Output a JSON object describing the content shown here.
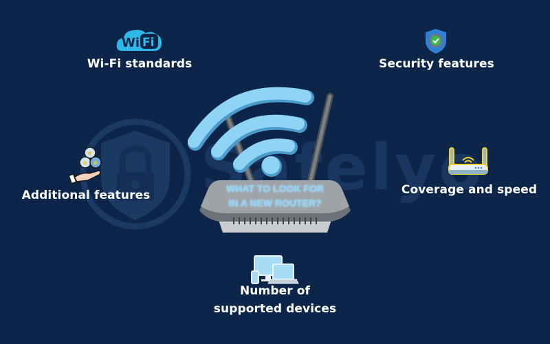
{
  "background_color": "#0c2549",
  "watermark": {
    "text": "Safelyo",
    "icon": "padlock-shield-icon"
  },
  "center": {
    "title_line1": "WHAT TO LOOK FOR",
    "title_line2": "IN A NEW ROUTER?",
    "graphic": "wifi-router-icon",
    "title_color": "#8fd3f5"
  },
  "features": [
    {
      "id": "wifi",
      "label": "Wi-Fi standards",
      "icon": "wifi-logo-icon",
      "badge_text": "WiFi"
    },
    {
      "id": "security",
      "label": "Security features",
      "icon": "shield-gear-check-icon"
    },
    {
      "id": "additional",
      "label": "Additional features",
      "icon": "hand-stars-icon"
    },
    {
      "id": "coverage",
      "label": "Coverage and speed",
      "icon": "router-signal-icon"
    },
    {
      "id": "devices",
      "label_line1": "Number of",
      "label_line2": "supported devices",
      "icon": "devices-icon"
    }
  ]
}
